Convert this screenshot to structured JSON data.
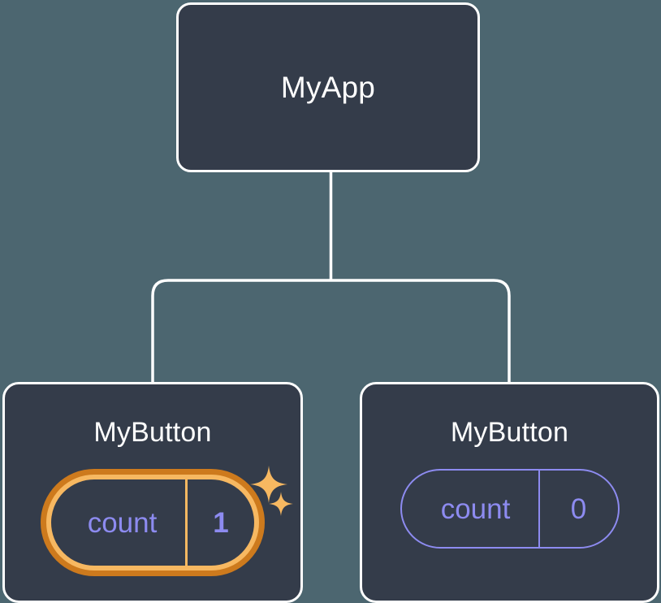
{
  "theme": {
    "background": "#4c6670",
    "node_fill": "#343c4a",
    "node_border": "#ffffff",
    "connector": "#ffffff",
    "state_text": "#8d8bf0",
    "highlight_outer": "#cd7a1d",
    "highlight_inner": "#f7b861",
    "title_text": "#ffffff"
  },
  "tree": {
    "root": {
      "title": "MyApp"
    },
    "children": [
      {
        "title": "MyButton",
        "highlighted": true,
        "state": {
          "key": "count",
          "value": "1"
        },
        "sparkles": [
          "sparkle-large",
          "sparkle-small"
        ]
      },
      {
        "title": "MyButton",
        "highlighted": false,
        "state": {
          "key": "count",
          "value": "0"
        }
      }
    ]
  }
}
